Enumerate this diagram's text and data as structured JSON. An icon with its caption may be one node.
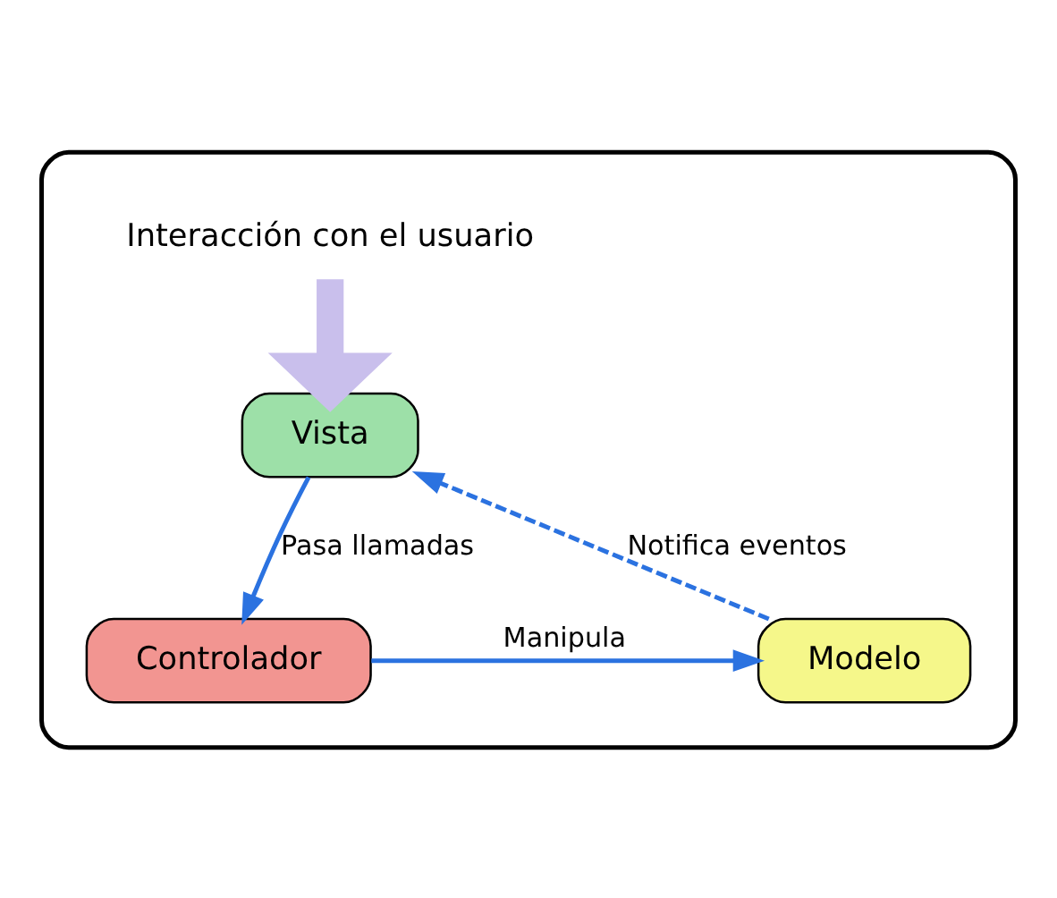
{
  "diagram": {
    "nodes": [
      {
        "text": [],
        "shape": "box"
      },
      {
        "text": [
          "Interacción con el usuario"
        ],
        "in": 0
      },
      {
        "text": [
          "Vista"
        ],
        "in": 0
      },
      {
        "text": [
          "Controlador"
        ],
        "in": 0
      },
      {
        "text": [
          "Modelo"
        ],
        "in": 0
      }
    ],
    "edges": [
      {
        "from": 1,
        "to": 2,
        "arrow": "to",
        "style": "thick",
        "color": "#c9bfec"
      },
      {
        "from": 2,
        "to": 3,
        "arrow": "to",
        "label": "Pasa llamadas"
      },
      {
        "from": 3,
        "to": 4,
        "arrow": "to",
        "label": "Manipula"
      },
      {
        "from": 4,
        "to": 2,
        "arrow": "to",
        "label": "Notifica eventos",
        "style": "dashed"
      }
    ]
  }
}
